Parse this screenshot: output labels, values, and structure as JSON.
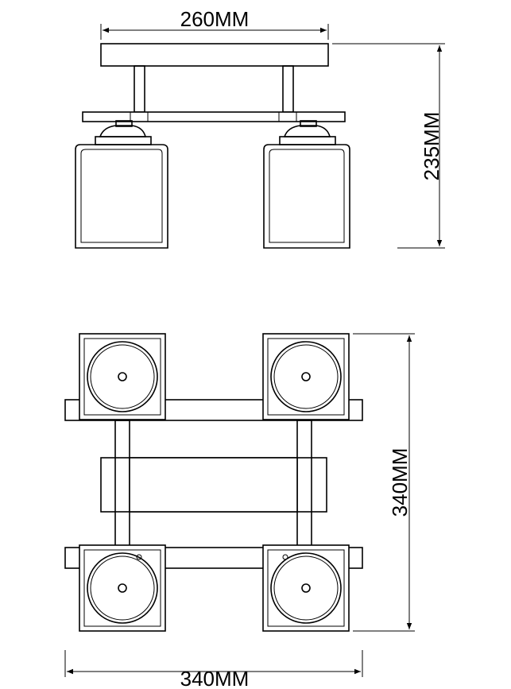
{
  "dimensions": {
    "top_width": "260MM",
    "height": "235MM",
    "bottom_depth": "340MM",
    "bottom_width": "340MM"
  }
}
